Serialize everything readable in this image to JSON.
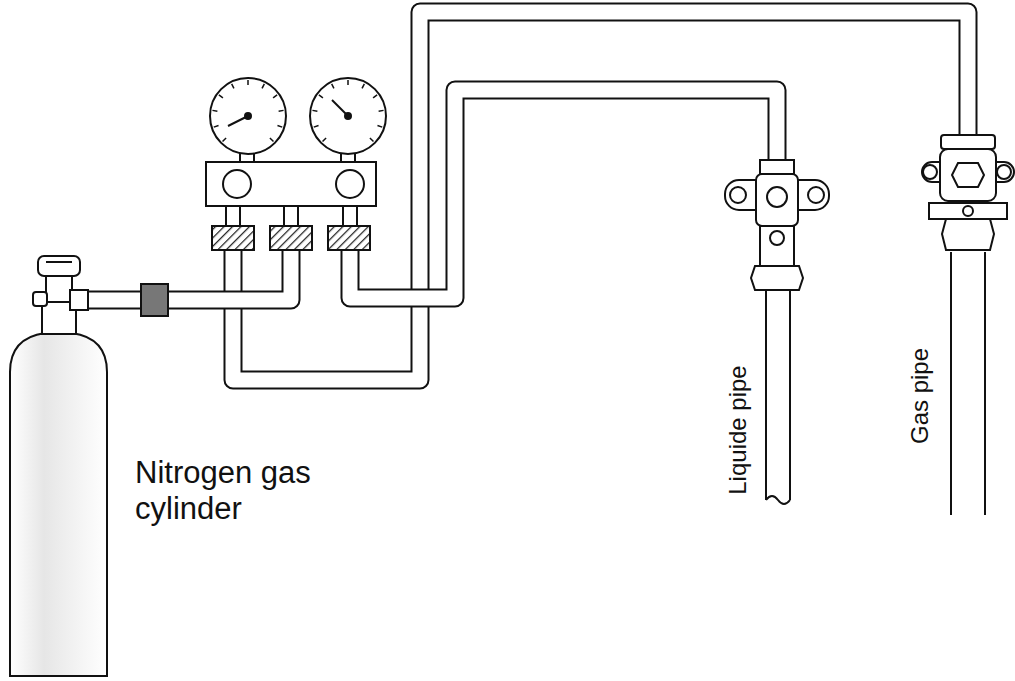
{
  "diagram": {
    "labels": [
      "Nitrogen gas cylinder",
      "Liquide pipe",
      "Gas pipe"
    ]
  }
}
